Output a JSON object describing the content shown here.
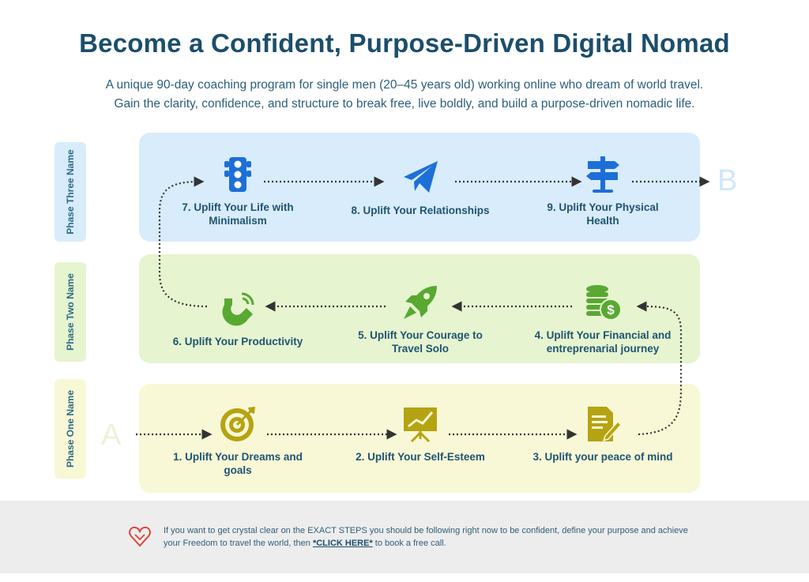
{
  "title": "Become a Confident, Purpose-Driven Digital Nomad",
  "subtitle": {
    "line1": "A unique 90-day coaching program for single men (20–45 years old) working online who dream of world travel.",
    "line2": "Gain the clarity, confidence, and structure to break free, live boldly, and build a purpose-driven nomadic life."
  },
  "phases": {
    "one": "Phase One Name",
    "two": "Phase Two Name",
    "three": "Phase Three Name"
  },
  "endpoints": {
    "start": "A",
    "end": "B"
  },
  "steps": [
    {
      "label1": "1. Uplift Your Dreams and",
      "label2": "goals",
      "icon": "target-icon",
      "color": "#b5a312"
    },
    {
      "label1": "2. Uplift Your Self-Esteem",
      "label2": "",
      "icon": "presentation-chart-icon",
      "color": "#b5a312"
    },
    {
      "label1": "3. Uplift your peace of mind",
      "label2": "",
      "icon": "document-pen-icon",
      "color": "#b5a312"
    },
    {
      "label1": "4. Uplift Your Financial and",
      "label2": "entreprenarial journey",
      "icon": "coins-dollar-icon",
      "color": "#58a832"
    },
    {
      "label1": "5. Uplift Your Courage to",
      "label2": "Travel Solo",
      "icon": "rocket-icon",
      "color": "#58a832"
    },
    {
      "label1": "6. Uplift Your Productivity",
      "label2": "",
      "icon": "magnet-icon",
      "color": "#58a832"
    },
    {
      "label1": "7. Uplift Your Life with",
      "label2": "Minimalism",
      "icon": "traffic-light-icon",
      "color": "#1d6fd8"
    },
    {
      "label1": "8. Uplift Your Relationships",
      "label2": "",
      "icon": "paper-plane-icon",
      "color": "#1d6fd8"
    },
    {
      "label1": "9. Uplift Your Physical",
      "label2": "Health",
      "icon": "signpost-icon",
      "color": "#1d6fd8"
    }
  ],
  "footer": {
    "text_before": "If you want to get crystal clear on the EXACT STEPS you should be following right now to be confident, define your purpose and achieve your Freedom to travel the world, then ",
    "link": "*CLICK HERE*",
    "text_after": " to book a free call."
  },
  "colors": {
    "title": "#1b4e6b",
    "phase_one_bg": "#f8f8d6",
    "phase_two_bg": "#e6f4d0",
    "phase_three_bg": "#d8ecfb",
    "arrow": "#333333",
    "heart": "#e0413b"
  }
}
